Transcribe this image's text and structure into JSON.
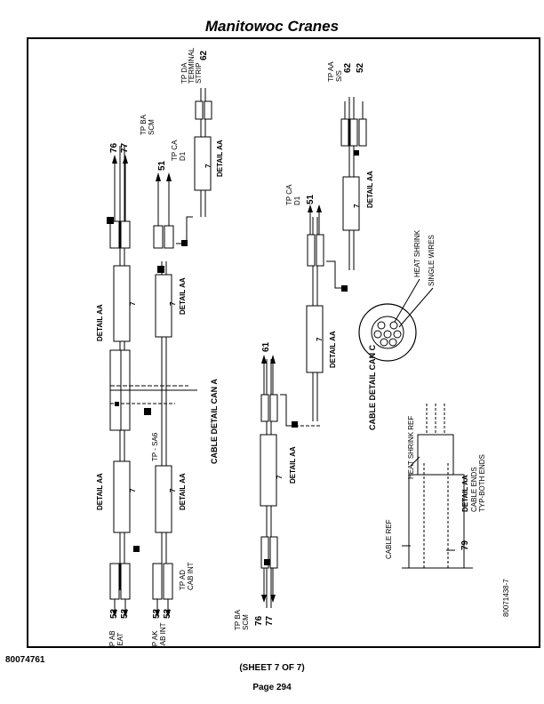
{
  "header": {
    "title": "Manitowoc Cranes"
  },
  "footer": {
    "doc_number": "80074761",
    "sheet": "(SHEET 7 OF 7)",
    "page": "Page 294"
  },
  "diagram": {
    "drawing_number": "80071438-7",
    "cable_can_a_title": "CABLE DETAIL CAN A",
    "cable_can_c_title": "CABLE DETAIL CAN C",
    "detail_aa": "DETAIL AA",
    "cable_number": "7",
    "tp_sa6": "TP - SA6",
    "connectors": {
      "tp_ab": [
        "TP AB",
        "SEAT"
      ],
      "tp_ak": [
        "TP AK",
        "CAB INT"
      ],
      "tp_ad": [
        "TP AD",
        "CAB INT"
      ],
      "tp_ba_top": [
        "TP BA",
        "SCM"
      ],
      "tp_ca_top": [
        "TP CA",
        "D1"
      ],
      "tp_da": [
        "TP DA",
        "TERMINAL",
        "STRIP"
      ],
      "tp_ca_mid": [
        "TP CA",
        "D1"
      ],
      "tp_aa": [
        "TP AA",
        "S/S"
      ],
      "tp_ba_bottom": [
        "TP BA",
        "SCM"
      ]
    },
    "pins": {
      "tp_ab": "52",
      "tp_ab_b": "52",
      "tp_ak": "52",
      "tp_ak_b": "52",
      "tp_ba_top_a": "76",
      "tp_ba_top_b": "77",
      "tp_ca_top": "51",
      "tp_da": "62",
      "tp_ca_mid": "51",
      "tp_aa_a": "62",
      "tp_aa_b": "52",
      "mid_61": "61",
      "tp_ba_bottom_a": "76",
      "tp_ba_bottom_b": "77"
    },
    "cross_section": {
      "heat_shrink": "HEAT SHRINK",
      "single_wires": "SINGLE WIRES"
    },
    "cable_end_detail": {
      "heat_shrink_ref": "HEAT SHRINK REF",
      "cable_ref": "CABLE REF",
      "cable_number": "79",
      "title": "DETAIL AA",
      "line1": "CABLE ENDS",
      "line2": "TYP-BOTH ENDS"
    }
  }
}
